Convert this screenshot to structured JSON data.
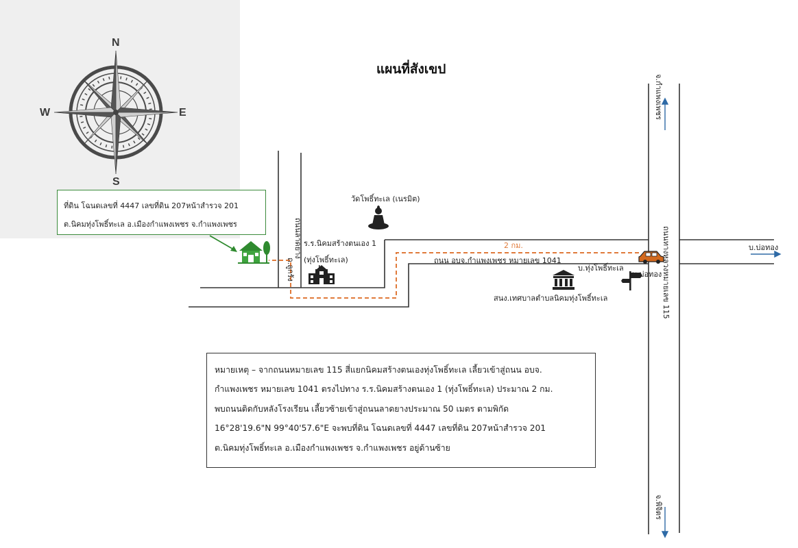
{
  "title": "แผนที่สังเขป",
  "compass": {
    "north": "N",
    "south": "S",
    "east": "E",
    "west": "W"
  },
  "callout": {
    "line1": "ที่ดิน โฉนดเลขที่ 4447 เลขที่ดิน 207หน้าสำรวจ 201",
    "line2": "ต.นิคมทุ่งโพธิ์ทะเล อ.เมืองกำแพงเพชร จ.กำแพงเพชร"
  },
  "places": {
    "temple": "วัดโพธิ์ทะเล (เนรมิต)",
    "school_line1": "ร.ร.นิคมสร้างตนเอง 1",
    "school_line2": "(ทุ่งโพธิ์ทะเล)",
    "office": "สนง.เทศบาลตำบลนิคมทุ่งโพธิ์ทะเล",
    "village_junction": "บ.ทุ่งโพธิ์ทะเล",
    "signpost": "บ.บ่อทอง"
  },
  "roads": {
    "paved_lane": "ถนนลาดยาง",
    "dirt_lane": "ถ.ลูกรัง",
    "road_1041": "ถนน อบจ.กำแพงเพชร หมายเลข 1041",
    "highway_115": "ถนนทางหลวงหมายเลข 115",
    "distance": "2 กม."
  },
  "directions": {
    "north": "จ.กำแพงเพชร",
    "south": "จ.พิจิตร",
    "east": "บ.บ่อทอง"
  },
  "colors": {
    "route": "#e07a3a",
    "callout_border": "#3a8a3a",
    "road": "#333333"
  },
  "icons": [
    "house-icon",
    "school-icon",
    "buddha-icon",
    "government-office-icon",
    "car-icon",
    "signpost-icon"
  ],
  "note": {
    "line1": "หมายเหตุ – จากถนนหมายเลข 115 สี่แยกนิคมสร้างตนเองทุ่งโพธิ์ทะเล เลี้ยวเข้าสู่ถนน อบจ.",
    "line2": "กำแพงเพชร หมายเลข 1041 ตรงไปทาง ร.ร.นิคมสร้างตนเอง 1 (ทุ่งโพธิ์ทะเล) ประมาณ 2 กม.",
    "line3": "พบถนนติดกับหลังโรงเรียน เลี้ยวซ้ายเข้าสู่ถนนลาดยางประมาณ 50 เมตร ตามพิกัด",
    "line4": "16°28'19.6\"N 99°40'57.6\"E จะพบที่ดิน โฉนดเลขที่ 4447 เลขที่ดิน 207หน้าสำรวจ 201",
    "line5": "ต.นิคมทุ่งโพธิ์ทะเล อ.เมืองกำแพงเพชร จ.กำแพงเพชร อยู่ด้านซ้าย"
  }
}
